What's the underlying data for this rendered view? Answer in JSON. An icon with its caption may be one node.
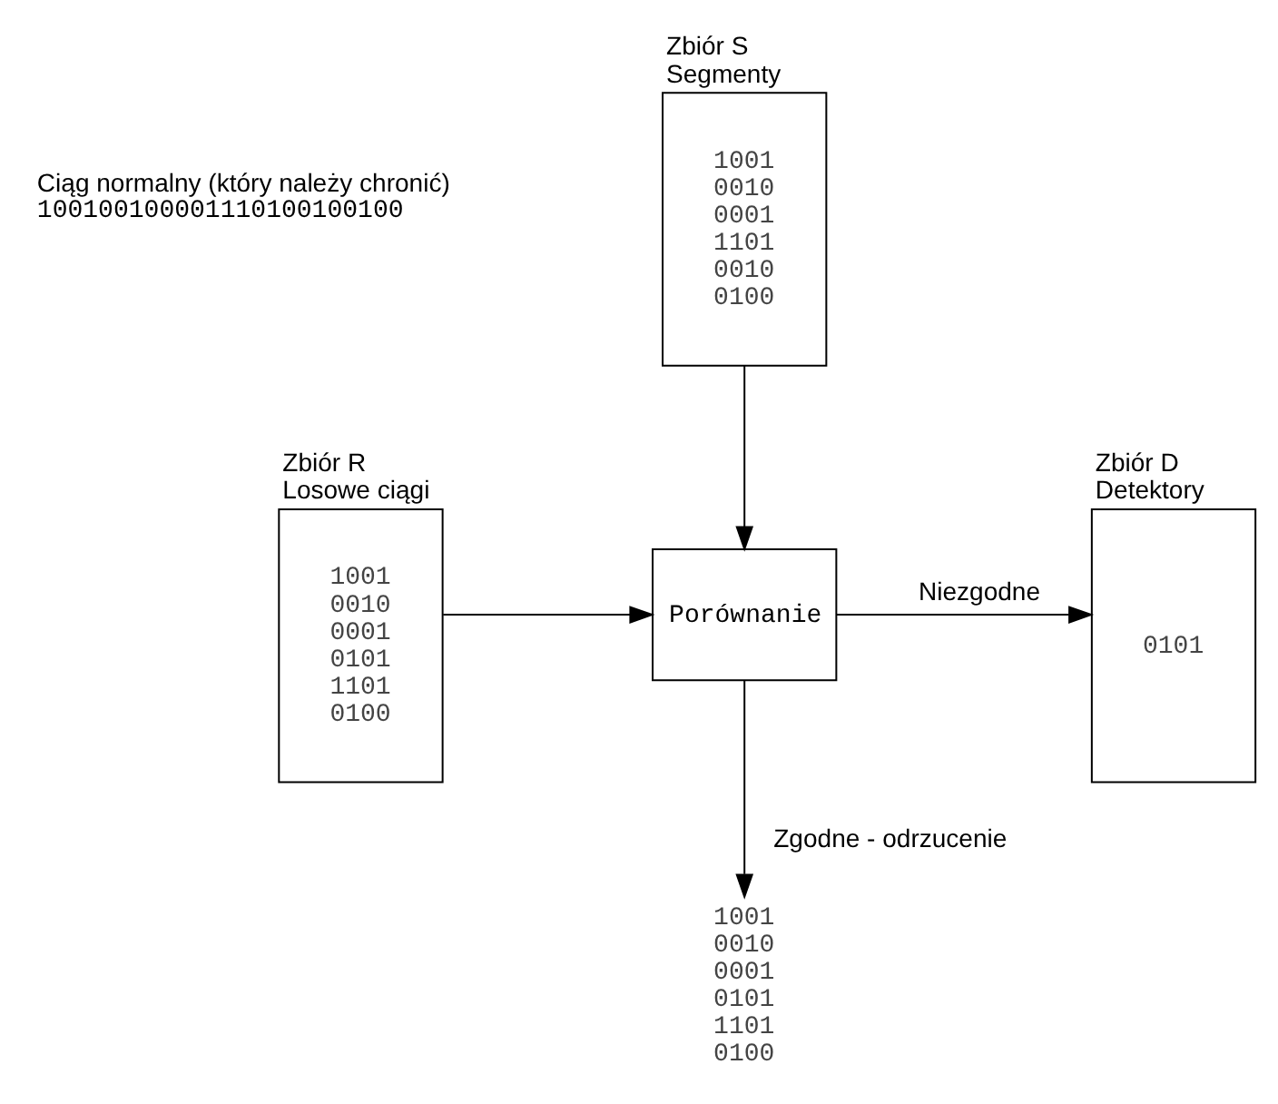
{
  "diagram": {
    "nodes": [
      {
        "text": [
          "Zbiór S Segmenty",
          "1001 0010 0001 1101 0010 0100"
        ]
      },
      {
        "text": [
          "Zbiór R Losowe ciągi",
          "1001 0010 0001 0101 1101 0100"
        ]
      },
      {
        "text": [
          "Porównanie"
        ]
      },
      {
        "text": [
          "Zbiór D Detektory",
          "0101"
        ]
      },
      {
        "text": [
          "1001 0010 0001 0101 1101 0100"
        ]
      }
    ],
    "edges": [
      {
        "from": 0,
        "to": 2,
        "arrow": "to"
      },
      {
        "from": 1,
        "to": 2,
        "arrow": "to"
      },
      {
        "from": 2,
        "to": 3,
        "arrow": "to",
        "label": "Niezgodne"
      },
      {
        "from": 2,
        "to": 4,
        "arrow": "to",
        "label": "Zgodne - odrzucenie"
      }
    ],
    "labels": [
      "Ciąg normalny (który należy chronić)",
      "100100100001110100100100"
    ]
  }
}
